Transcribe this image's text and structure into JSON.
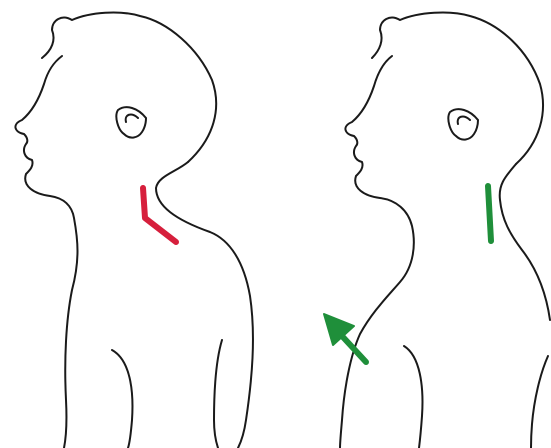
{
  "figures": [
    {
      "id": "left",
      "posture": "forward-head",
      "marker": {
        "shape": "bent-line",
        "color": "#d61f3c"
      }
    },
    {
      "id": "right",
      "posture": "upright",
      "marker": {
        "shape": "straight-line",
        "color": "#1f8f3a"
      },
      "arrow": {
        "color": "#1f8f3a"
      }
    }
  ]
}
